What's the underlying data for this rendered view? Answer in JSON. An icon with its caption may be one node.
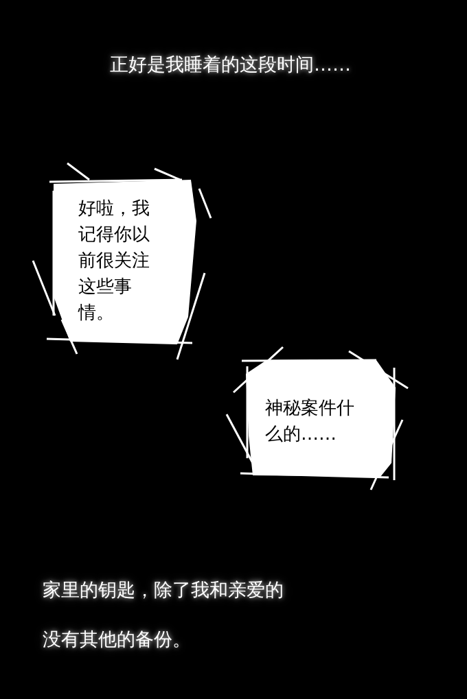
{
  "diagram": {
    "nodes": [
      {
        "text": [
          "好啦，我记得你以前很关注这些事情。"
        ]
      },
      {
        "text": [
          "神秘案件什么的……"
        ]
      }
    ],
    "labels": [
      "正好是我睡着的这段时间……",
      "家里的钥匙，除了我和亲爱的",
      "没有其他的备份。"
    ]
  }
}
